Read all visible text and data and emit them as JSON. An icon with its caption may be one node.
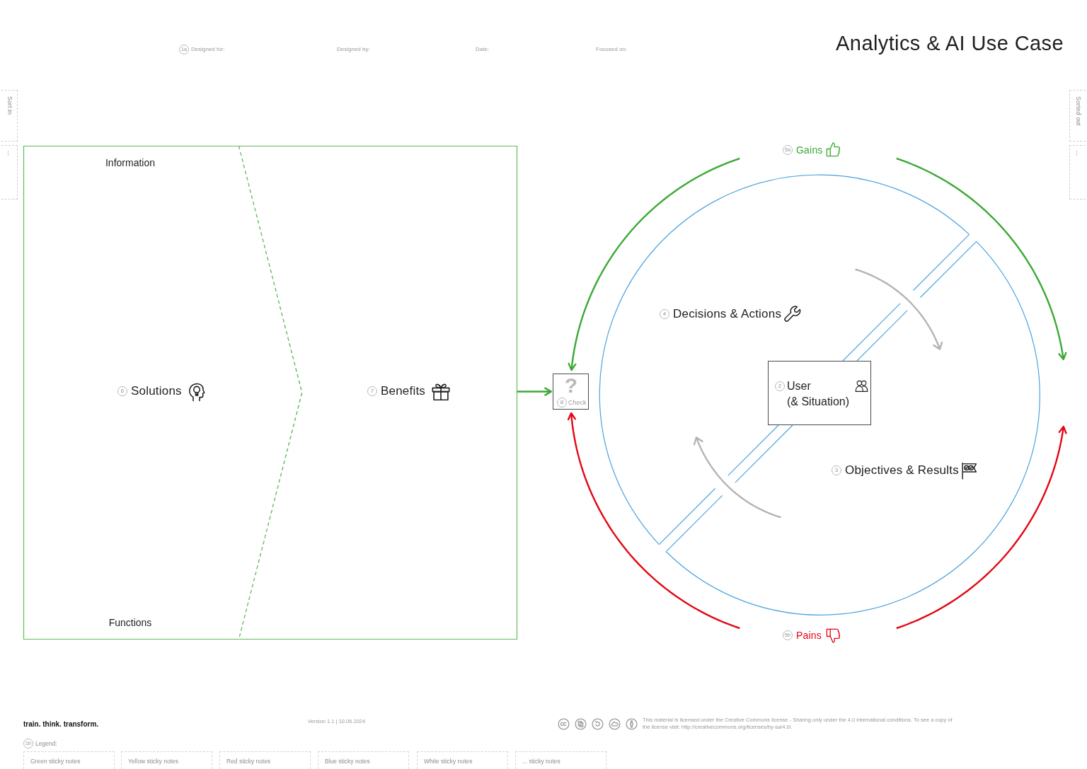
{
  "diagram": {
    "title": "Analytics & AI Use Case",
    "nodes": [
      {
        "text": [
          "Sort in"
        ]
      },
      {
        "text": [
          "..."
        ]
      },
      {
        "text": [
          "Sorted out"
        ]
      },
      {
        "text": [
          "..."
        ]
      },
      {
        "text": [
          "Information",
          "6",
          "Solutions",
          "Functions"
        ]
      },
      {
        "text": [
          "7",
          "Benefits"
        ]
      },
      {
        "text": [
          "?",
          "8",
          "Check"
        ]
      },
      {
        "text": [
          "5a",
          "Gains"
        ]
      },
      {
        "text": [
          "4",
          "Decisions & Actions",
          "3",
          "Objectives & Results"
        ]
      },
      {
        "text": [
          "2",
          "User (& Situation)"
        ],
        "in": 8
      },
      {
        "text": [
          "5b",
          "Pains"
        ]
      },
      {
        "text": [
          "Green sticky notes"
        ]
      },
      {
        "text": [
          "Yellow sticky notes"
        ]
      },
      {
        "text": [
          "Red sticky notes"
        ]
      },
      {
        "text": [
          "Blue sticky notes"
        ]
      },
      {
        "text": [
          "White sticky notes"
        ]
      },
      {
        "text": [
          "... sticky notes"
        ]
      }
    ],
    "edges": [
      {
        "from": 5,
        "to": 6,
        "arrow": "to"
      },
      {
        "from": 7,
        "to": 6,
        "arrow": "to"
      },
      {
        "from": 7,
        "to": 8,
        "arrow": "to"
      },
      {
        "from": 10,
        "to": 6,
        "arrow": "to",
        "color": "#e30613"
      },
      {
        "from": 10,
        "to": 8,
        "arrow": "to",
        "color": "#e30613"
      }
    ],
    "labels": [
      "1a",
      "Designed for:",
      "Designed by:",
      "Date:",
      "Focused on:",
      "train. think. transform.",
      "Version 1.1 | 10.06.2024",
      "This material is licensed under the Creative Commons license - Sharing only under the 4.0 international conditions. To see a copy of the license visit: http://creativecommons.org/licenses/by-sa/4.0/.",
      "1b",
      "Legend:"
    ]
  }
}
